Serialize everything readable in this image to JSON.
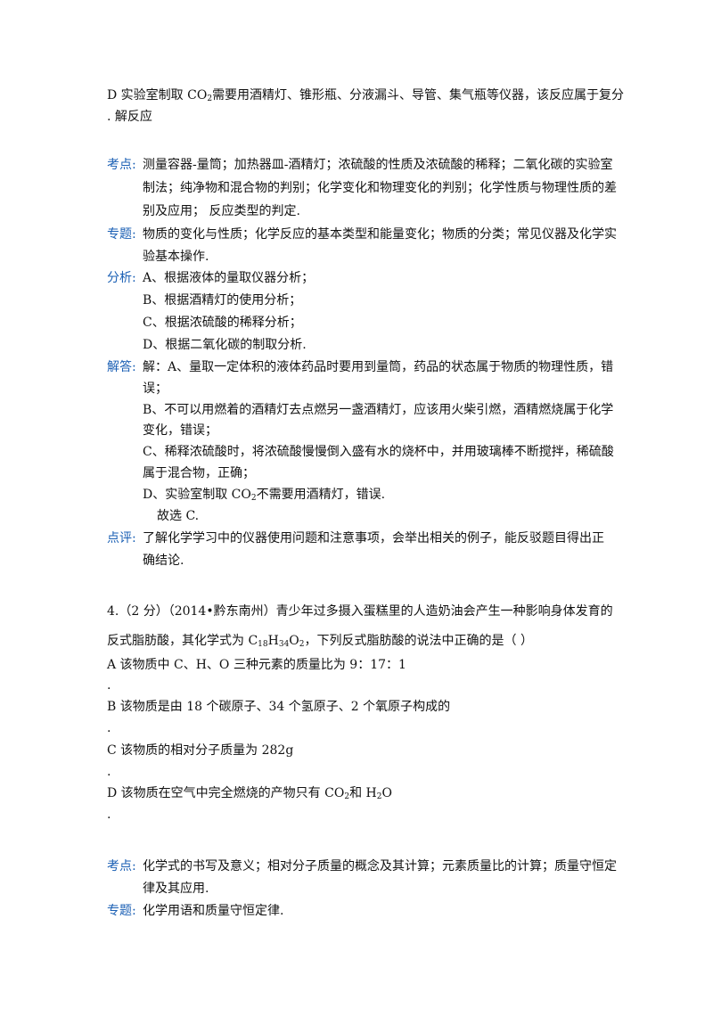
{
  "q3_option_d": {
    "line1_pre": "D 实验室制取 CO",
    "line1_sub": "2",
    "line1_post": "需要用酒精灯、锥形瓶、分液漏斗、导管、集气瓶等仪器，该反应属于复分",
    "line2": ". 解反应"
  },
  "q3_kaodian": {
    "label": "考点:",
    "lines": [
      "测量容器-量筒；加热器皿-酒精灯；浓硫酸的性质及浓硫酸的稀释；二氧化碳的实验室",
      "制法；纯净物和混合物的判别；化学变化和物理变化的判别；化学性质与物理性质的差",
      "别及应用；  反应类型的判定."
    ]
  },
  "q3_zhuanti": {
    "label": "专题:",
    "lines": [
      "物质的变化与性质；化学反应的基本类型和能量变化；物质的分类；常见仪器及化学实",
      "验基本操作."
    ]
  },
  "q3_fenxi": {
    "label": "分析:",
    "lines": [
      "A、根据液体的量取仪器分析；",
      "B、根据酒精灯的使用分析；",
      "C、根据浓硫酸的稀释分析；",
      "D、根据二氧化碳的制取分析."
    ]
  },
  "q3_jieda": {
    "label": "解答:",
    "lines": [
      "解：A、量取一定体积的液体药品时要用到量筒，药品的状态属于物质的物理性质，错",
      "误；",
      "B、不可以用燃着的酒精灯去点燃另一盏酒精灯，应该用火柴引燃，酒精燃烧属于化学",
      "变化，错误；",
      "C、稀释浓硫酸时，将浓硫酸慢慢倒入盛有水的烧杯中，并用玻璃棒不断搅拌，稀硫酸",
      "属于混合物，正确；"
    ],
    "d_pre": "D、实验室制取 CO",
    "d_sub": "2",
    "d_post": "不需要用酒精灯，错误.",
    "choice": "故选 C."
  },
  "q3_dianping": {
    "label": "点评:",
    "lines": [
      "了解化学学习中的仪器使用问题和注意事项，会举出相关的例子，能反驳题目得出正",
      "确结论."
    ]
  },
  "q4": {
    "stem_line1": "4.（2 分）（2014•黔东南州）青少年过多摄入蛋糕里的人造奶油会产生一种影响身体发育的",
    "stem_pre": "反式脂肪酸，其化学式为 C",
    "stem_sub1": "18",
    "stem_mid1": "H",
    "stem_sub2": "34",
    "stem_mid2": "O",
    "stem_sub3": "2",
    "stem_post": "，下列反式脂肪酸的说法中正确的是（      ）",
    "option_a": "A 该物质中 C、H、O 三种元素的质量比为 9：17：1",
    "option_b": "B 该物质是由 18 个碳原子、34 个氢原子、2 个氧原子构成的",
    "option_c": "C 该物质的相对分子质量为 282g",
    "option_d_pre": "D 该物质在空气中完全燃烧的产物只有 CO",
    "option_d_sub1": "2",
    "option_d_mid": "和 H",
    "option_d_sub2": "2",
    "option_d_post": "O",
    "dot": "."
  },
  "q4_kaodian": {
    "label": "考点:",
    "lines": [
      "化学式的书写及意义；相对分子质量的概念及其计算；元素质量比的计算；质量守恒定",
      "律及其应用."
    ]
  },
  "q4_zhuanti": {
    "label": "专题:",
    "lines": [
      "化学用语和质量守恒定律."
    ]
  },
  "colors": {
    "label": "#1a5fb4",
    "text": "#111111"
  }
}
